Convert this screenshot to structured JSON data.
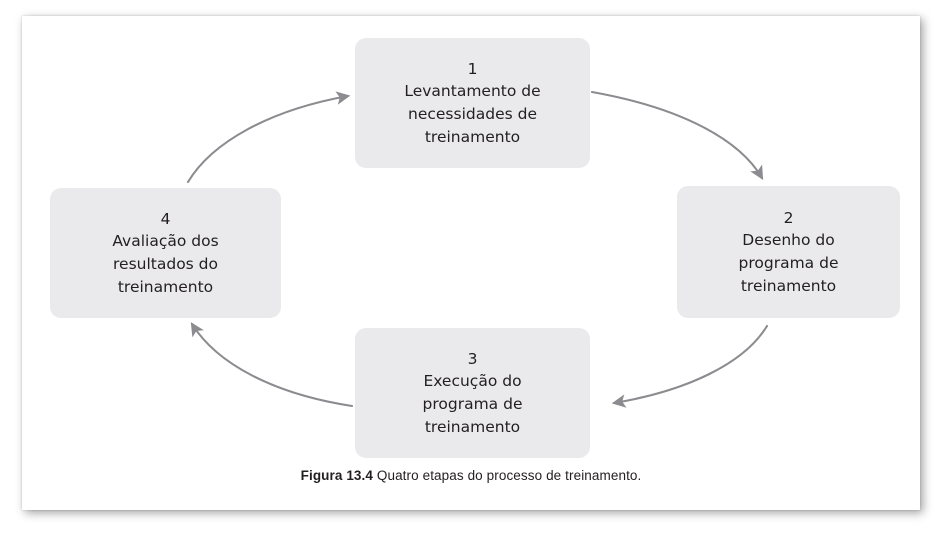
{
  "figure": {
    "caption_label": "Figura 13.4",
    "caption_text": " Quatro etapas do processo de treinamento.",
    "box_fill_color": "#eaeaec",
    "text_color": "#231f20",
    "arrow_color": "#8c8c90",
    "background_color": "#ffffff"
  },
  "steps": [
    {
      "number": "1",
      "lines": [
        "Levantamento de",
        "necessidades de",
        "treinamento"
      ],
      "name": "levantamento-de-necessidades-de-treinamento"
    },
    {
      "number": "2",
      "lines": [
        "Desenho do",
        "programa de",
        "treinamento"
      ],
      "name": "desenho-do-programa-de-treinamento"
    },
    {
      "number": "3",
      "lines": [
        "Execução do",
        "programa de",
        "treinamento"
      ],
      "name": "execucao-do-programa-de-treinamento"
    },
    {
      "number": "4",
      "lines": [
        "Avaliação dos",
        "resultados do",
        "treinamento"
      ],
      "name": "avaliacao-dos-resultados-do-treinamento"
    }
  ],
  "connectors": [
    {
      "from": "1",
      "to": "2",
      "direction": "clockwise"
    },
    {
      "from": "2",
      "to": "3",
      "direction": "clockwise"
    },
    {
      "from": "3",
      "to": "4",
      "direction": "clockwise"
    },
    {
      "from": "4",
      "to": "1",
      "direction": "clockwise"
    }
  ]
}
